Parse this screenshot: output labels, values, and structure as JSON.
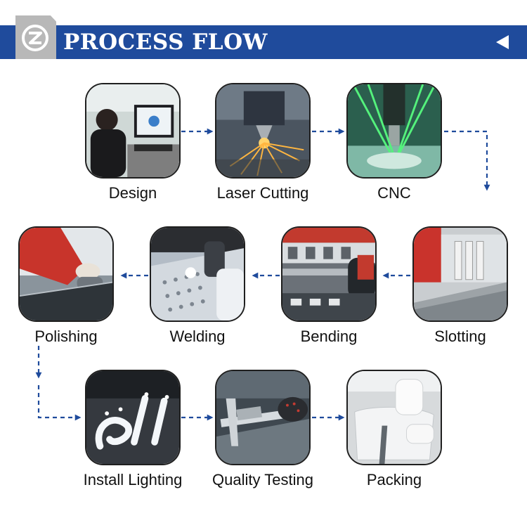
{
  "header": {
    "title": "PROCESS FLOW",
    "band_color": "#1f4b9c",
    "logo_icon": "brand-logo-icon",
    "arrow_icon": "triangle-left-icon"
  },
  "flow": {
    "connector_color": "#1f4b9c",
    "connector_style": "dashed-arrow"
  },
  "steps": [
    {
      "label": "Design",
      "icon": "designer-at-computer-photo"
    },
    {
      "label": "Laser Cutting",
      "icon": "laser-cutting-photo"
    },
    {
      "label": "CNC",
      "icon": "cnc-machine-photo"
    },
    {
      "label": "Slotting",
      "icon": "slotting-machine-photo"
    },
    {
      "label": "Bending",
      "icon": "bending-machine-photo"
    },
    {
      "label": "Welding",
      "icon": "welding-photo"
    },
    {
      "label": "Polishing",
      "icon": "polishing-photo"
    },
    {
      "label": "Install Lighting",
      "icon": "led-letters-photo"
    },
    {
      "label": "Quality Testing",
      "icon": "caliper-measuring-photo"
    },
    {
      "label": "Packing",
      "icon": "packing-photo"
    }
  ]
}
